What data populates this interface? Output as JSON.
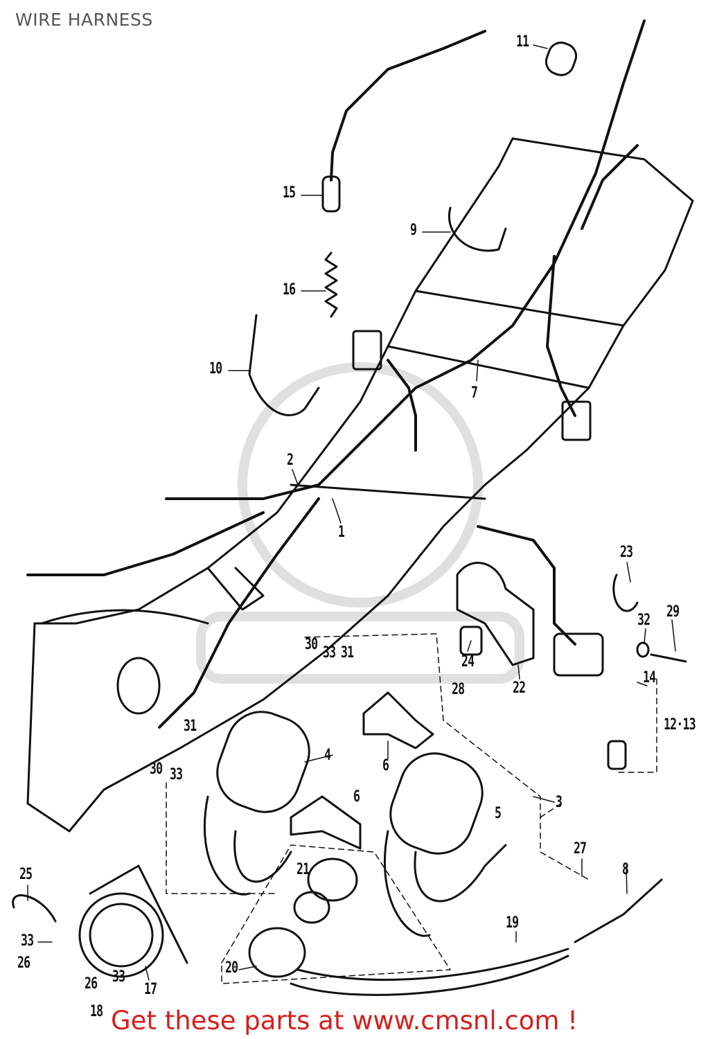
{
  "title": "WIRE HARNESS",
  "callouts": [
    "11",
    "15",
    "9",
    "16",
    "10",
    "7",
    "2",
    "1",
    "23",
    "29",
    "32",
    "30",
    "33",
    "31",
    "24",
    "14",
    "22",
    "28",
    "12·13",
    "31",
    "4",
    "30",
    "33",
    "6",
    "3",
    "6",
    "5",
    "27",
    "21",
    "8",
    "25",
    "19",
    "33",
    "26",
    "20",
    "33",
    "26",
    "17",
    "18"
  ],
  "footer": "Get these parts at www.cmsnl.com !",
  "accent_color": "#d81e1e"
}
